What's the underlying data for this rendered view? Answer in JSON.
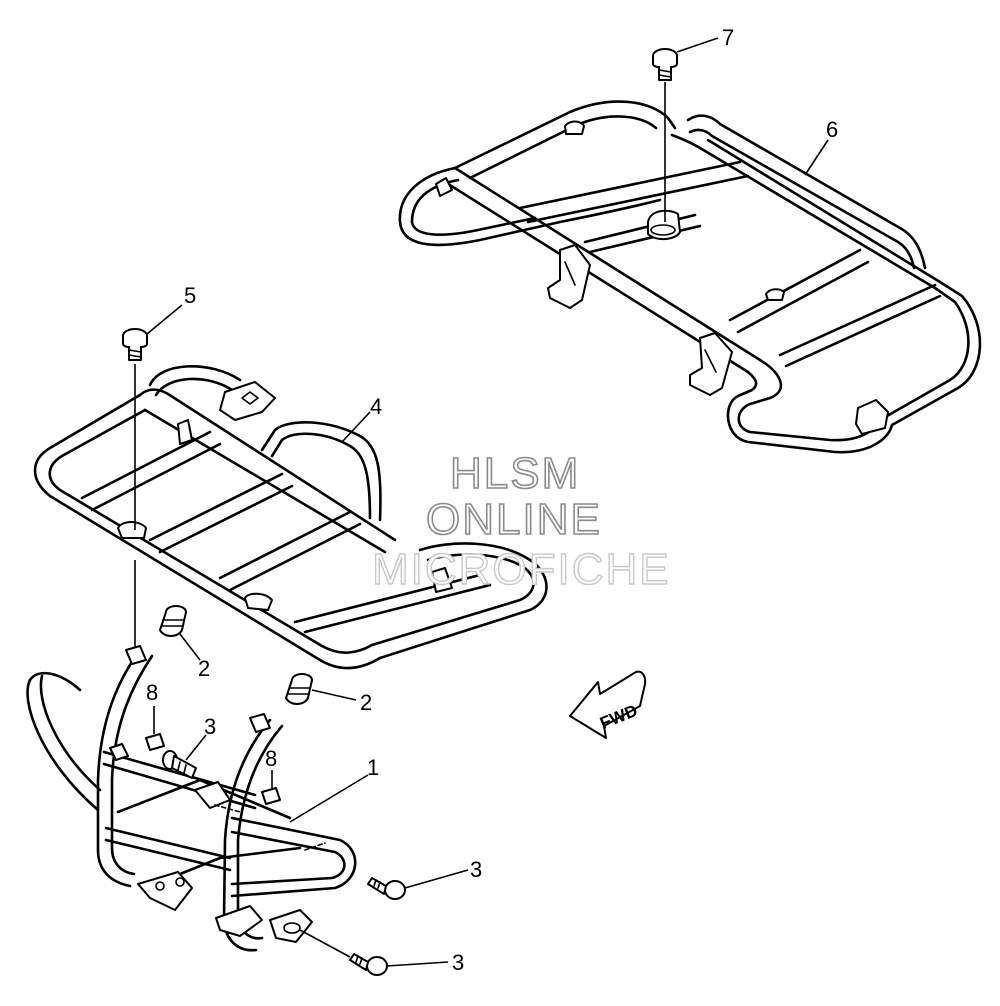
{
  "callouts": {
    "c1": "1",
    "c2a": "2",
    "c2b": "2",
    "c3a": "3",
    "c3b": "3",
    "c3c": "3",
    "c4": "4",
    "c5": "5",
    "c6": "6",
    "c7": "7",
    "c8a": "8",
    "c8b": "8"
  },
  "watermark": {
    "line1": "HLSM",
    "line2": "ONLINE",
    "line3": "MICROFICHE"
  },
  "direction_arrow": {
    "label": "FWD"
  }
}
